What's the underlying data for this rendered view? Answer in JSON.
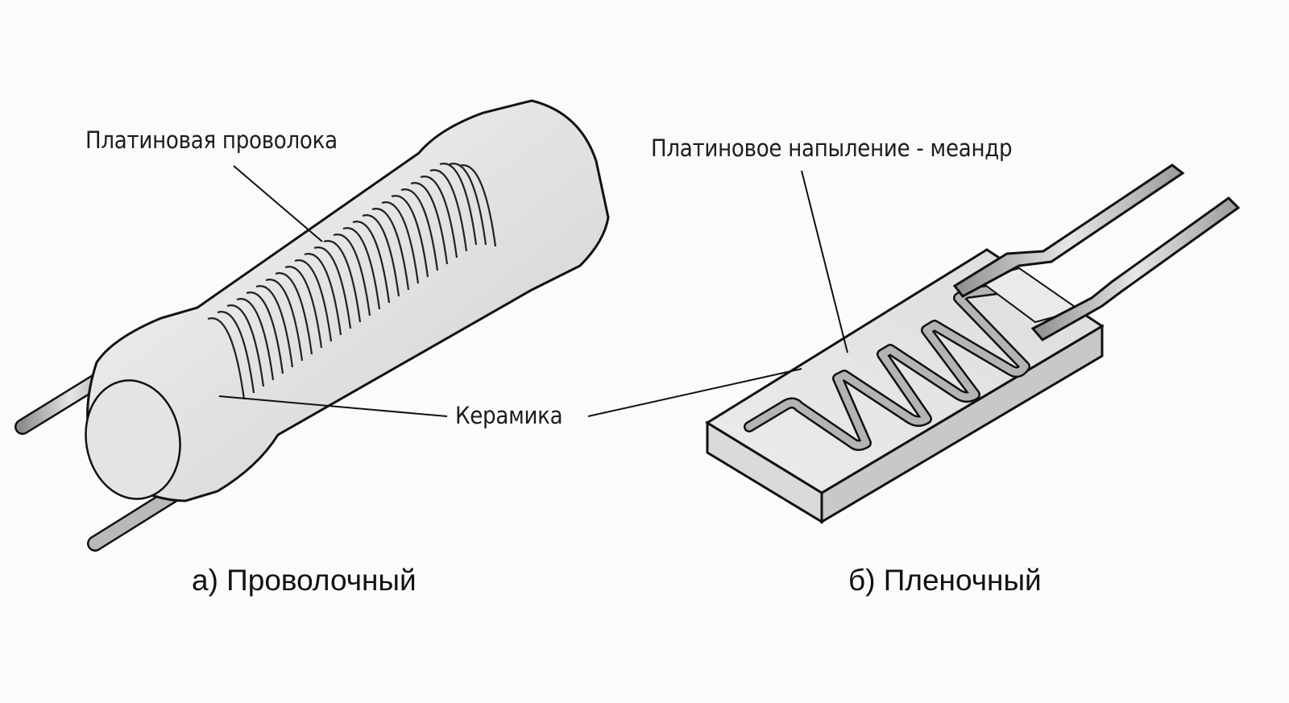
{
  "figure": {
    "panel_a": {
      "caption": "а) Проволочный",
      "labels": {
        "platinum_wire": "Платиновая проволока",
        "ceramic": "Керамика"
      }
    },
    "panel_b": {
      "caption": "б) Пленочный",
      "labels": {
        "platinum_film": "Платиновое напыление - меандр"
      }
    },
    "colors": {
      "background": "#fbfbfa",
      "outline": "#111111",
      "ceramic_light": "#eeeeee",
      "ceramic_mid": "#d6d6d6",
      "metal": "#a8a8a8"
    }
  }
}
